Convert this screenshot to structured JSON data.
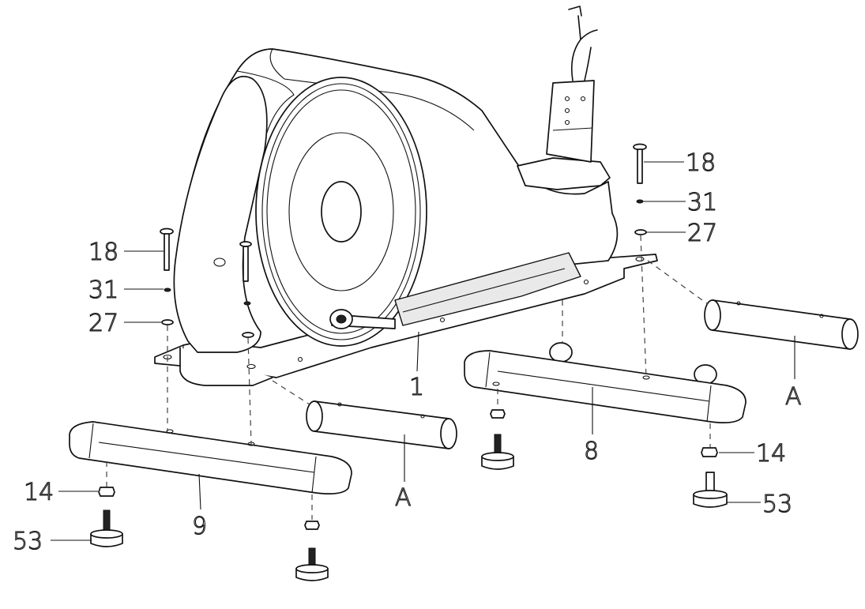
{
  "diagram": {
    "labels": {
      "part_1": "1",
      "part_8": "8",
      "part_9": "9",
      "part_a_left": "A",
      "part_a_right": "A",
      "part_18_left": "18",
      "part_31_left": "31",
      "part_27_left": "27",
      "part_18_right": "18",
      "part_31_right": "31",
      "part_27_right": "27",
      "part_14_left": "14",
      "part_53_left": "53",
      "part_14_right": "14",
      "part_53_right": "53"
    },
    "colors": {
      "line": "#111111",
      "shade": "#e9e9e9",
      "background": "#ffffff"
    }
  }
}
